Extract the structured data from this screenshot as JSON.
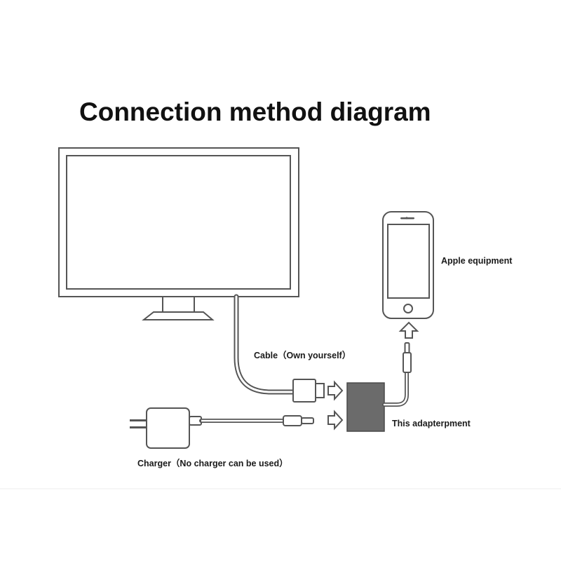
{
  "title": "Connection method diagram",
  "labels": {
    "apple_equipment": "Apple equipment",
    "cable": "Cable（Own yourself）",
    "adapter": "This adapterpment",
    "charger": "Charger（No charger can be used）"
  },
  "colors": {
    "line": "#555555",
    "adapter_fill": "#6b6b6b",
    "background": "#ffffff",
    "text": "#111111"
  }
}
